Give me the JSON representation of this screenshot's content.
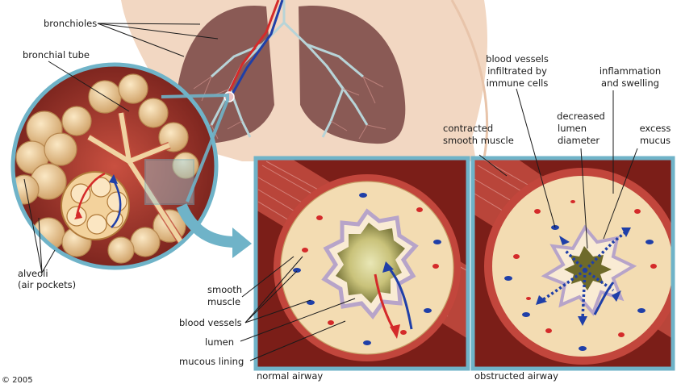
{
  "labels": {
    "bronchioles": "bronchioles",
    "bronchial_tube": "bronchial tube",
    "alveoli_1": "alveoli",
    "alveoli_2": "(air pockets)",
    "blood_vessels_infiltrated_1": "blood vessels",
    "blood_vessels_infiltrated_2": "infiltrated by",
    "blood_vessels_infiltrated_3": "immune cells",
    "inflammation_1": "inflammation",
    "inflammation_2": "and swelling",
    "decreased_1": "decreased",
    "decreased_2": "lumen",
    "decreased_3": "diameter",
    "excess_1": "excess",
    "excess_2": "mucus",
    "contracted_1": "contracted",
    "contracted_2": "smooth muscle",
    "smooth_muscle_1": "smooth",
    "smooth_muscle_2": "muscle",
    "blood_vessels": "blood vessels",
    "lumen": "lumen",
    "mucous_lining": "mucous lining",
    "normal_airway": "normal airway",
    "obstructed_airway": "obstructed airway",
    "copyright": "© 2005"
  },
  "colors": {
    "frame": "#6fb3c8",
    "muscle": "#c2463c",
    "wall": "#f3dcb2",
    "lung": "#8a5a55",
    "oxygenated": "#d42a2a",
    "deoxygenated": "#1f3fa8",
    "skin": "#f2d7c2"
  }
}
